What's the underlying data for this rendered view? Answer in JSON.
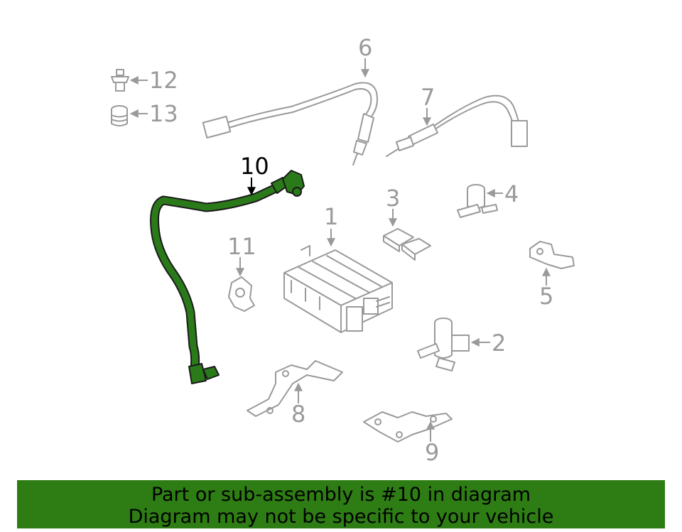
{
  "banner": {
    "line1": "Part or sub-assembly is #10 in diagram",
    "line2": "Diagram may not be specific to your vehicle",
    "color": "#2e7d14"
  },
  "highlight_color": "#2a7a1a",
  "callouts": {
    "c1": "1",
    "c2": "2",
    "c3": "3",
    "c4": "4",
    "c5": "5",
    "c6": "6",
    "c7": "7",
    "c8": "8",
    "c9": "9",
    "c10": "10",
    "c11": "11",
    "c12": "12",
    "c13": "13"
  },
  "highlighted_callout": "10"
}
